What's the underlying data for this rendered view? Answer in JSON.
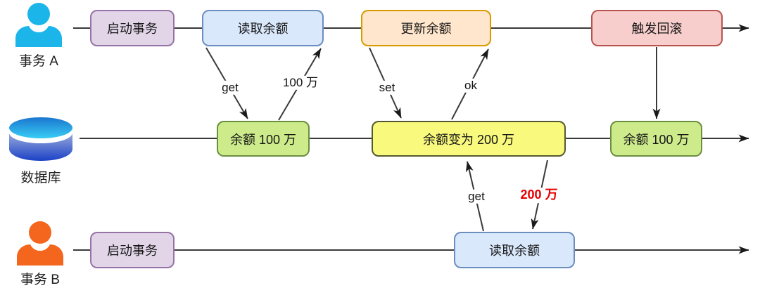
{
  "diagram": {
    "title_implied": "",
    "actors": {
      "a": {
        "label": "事务 A",
        "icon": "person-icon",
        "color": "#1cb5ea"
      },
      "db": {
        "label": "数据库",
        "icon": "database-icon",
        "color": "#2a7fd4"
      },
      "b": {
        "label": "事务 B",
        "icon": "person-icon",
        "color": "#f4651d"
      }
    },
    "nodes": {
      "a_start": {
        "label": "启动事务",
        "color": "#e1d5e7"
      },
      "a_read": {
        "label": "读取余额",
        "color": "#dae8fc"
      },
      "a_update": {
        "label": "更新余额",
        "color": "#ffe6cc"
      },
      "a_rollback": {
        "label": "触发回滚",
        "color": "#f8cecc"
      },
      "db_balance_1": {
        "label": "余额 100 万",
        "color": "#cdeb8b"
      },
      "db_balance_2": {
        "label": "余额变为 200 万",
        "color": "#f9f97e"
      },
      "db_balance_3": {
        "label": "余额 100 万",
        "color": "#cdeb8b"
      },
      "b_start": {
        "label": "启动事务",
        "color": "#e1d5e7"
      },
      "b_read": {
        "label": "读取余额",
        "color": "#dae8fc"
      }
    },
    "edge_labels": {
      "a_get": {
        "label": "get",
        "color": "#111111"
      },
      "a_result": {
        "label": "100 万",
        "color": "#111111"
      },
      "a_set": {
        "label": "set",
        "color": "#111111"
      },
      "a_ok": {
        "label": "ok",
        "color": "#111111"
      },
      "b_get": {
        "label": "get",
        "color": "#111111"
      },
      "b_result": {
        "label": "200 万",
        "color": "#e60000",
        "emphasis": "bold"
      }
    },
    "palette": {
      "line": "#3a3a3a",
      "purple_border": "#9673a6",
      "blue_border": "#6c8ebf",
      "orange_border": "#d79b00",
      "red_border": "#b85450",
      "green_border": "#6a8f3f",
      "yellow_border": "#555932",
      "highlight_red": "#e60000"
    }
  }
}
